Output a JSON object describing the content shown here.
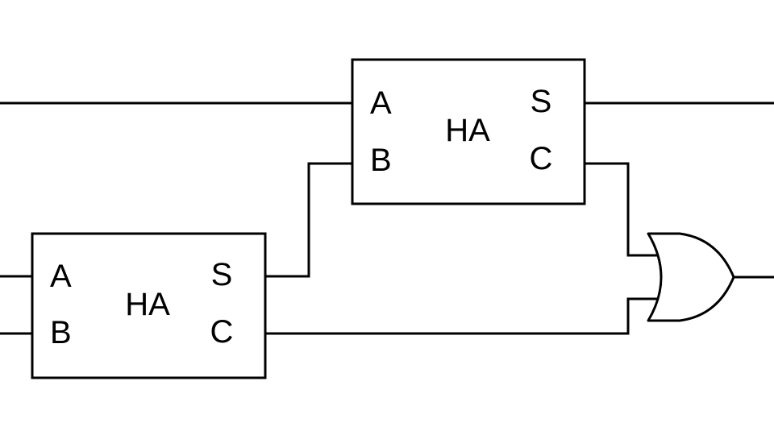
{
  "diagram": {
    "type": "full-adder-circuit",
    "colors": {
      "stroke": "#000000",
      "background": "#ffffff"
    },
    "upper_half_adder": {
      "title": "HA",
      "inputs": [
        "A",
        "B"
      ],
      "outputs": [
        "S",
        "C"
      ]
    },
    "lower_half_adder": {
      "title": "HA",
      "inputs": [
        "A",
        "B"
      ],
      "outputs": [
        "S",
        "C"
      ]
    },
    "or_gate": {
      "kind": "OR",
      "inputs": 2,
      "outputs": 1
    }
  }
}
